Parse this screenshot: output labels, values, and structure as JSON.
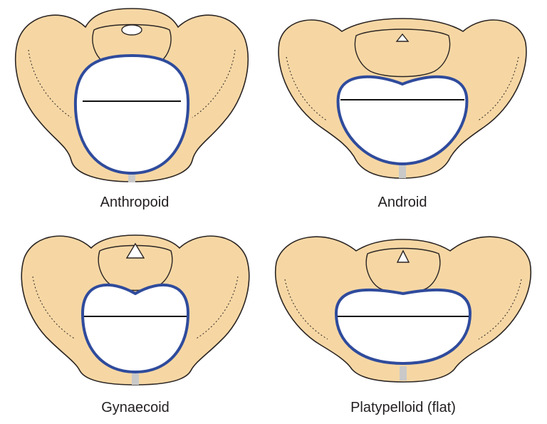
{
  "colors": {
    "bone": "#f6d7a4",
    "outline": "#2b2523",
    "inlet": "#2f4b9c",
    "symphysis": "#c9c9c9",
    "background": "#ffffff"
  },
  "panels": [
    {
      "id": "anthropoid",
      "label": "Anthropoid"
    },
    {
      "id": "android",
      "label": "Android"
    },
    {
      "id": "gynaecoid",
      "label": "Gynaecoid"
    },
    {
      "id": "platypelloid",
      "label": "Platypelloid (flat)"
    }
  ]
}
